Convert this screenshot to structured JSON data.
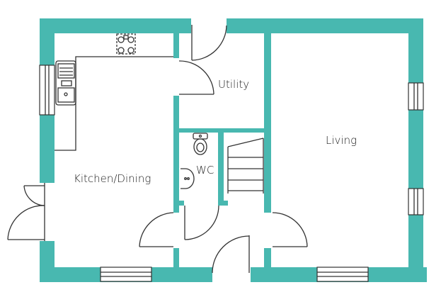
{
  "rooms": {
    "kitchen_dining": "Kitchen/Dining",
    "utility": "Utility",
    "wc": "WC",
    "living": "Living"
  },
  "colors": {
    "wall": "#48b8b0",
    "line": "#333333"
  }
}
